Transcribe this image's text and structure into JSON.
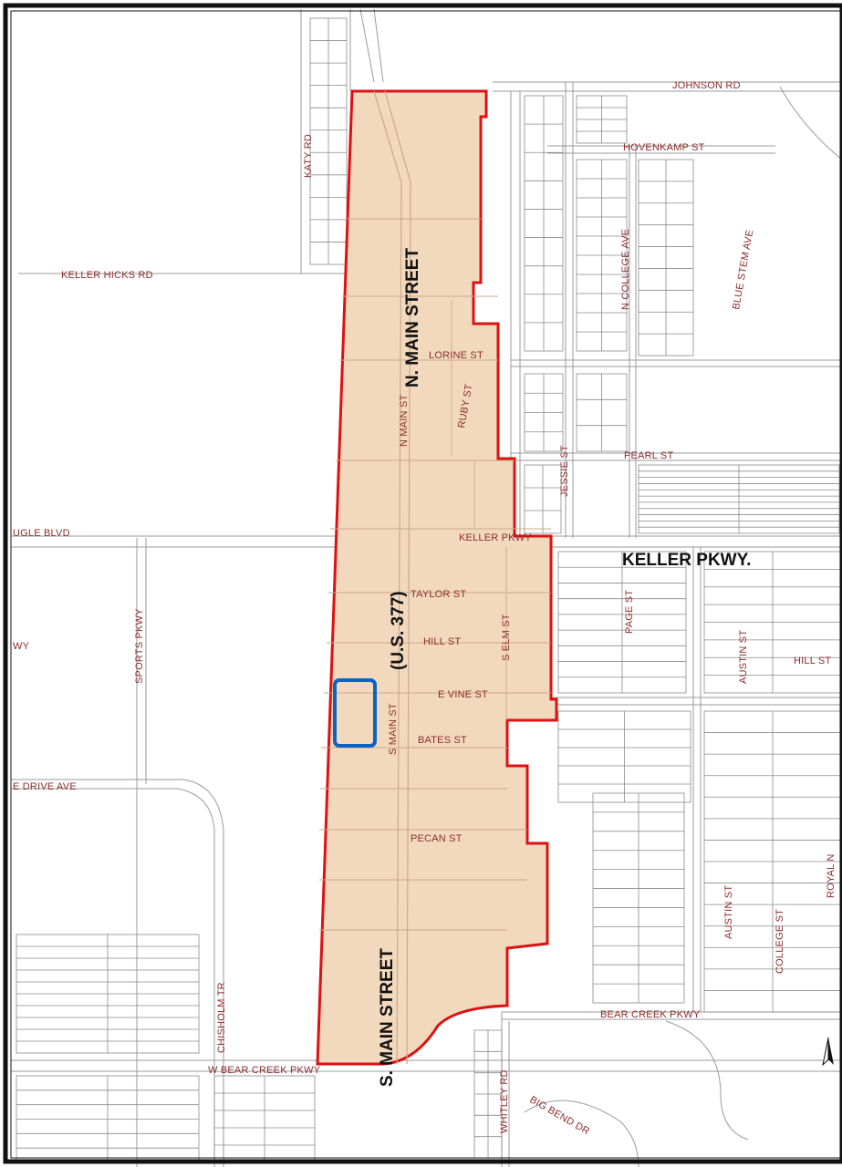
{
  "map": {
    "colors": {
      "district_fill": "#f2d9bd",
      "district_border": "#dd1111",
      "highlight_box": "#0b63c5",
      "street_label": "#8c2c2c",
      "major_label": "#111111",
      "parcel_line": "#8a8a8a",
      "frame": "#111111"
    },
    "major_labels": {
      "n_main": "N. MAIN STREET",
      "s_main": "S. MAIN STREET",
      "us_377": "(U.S. 377)",
      "keller_pkwy": "KELLER PKWY."
    },
    "streets": {
      "johnson_rd": "JOHNSON RD",
      "hovenkamp_st": "HOVENKAMP ST",
      "katy_rd": "KATY RD",
      "n_college_ave": "N COLLEGE AVE",
      "blue_stem_ave": "BLUE STEM AVE",
      "keller_hicks_rd": "KELLER HICKS RD",
      "lorine_st": "LORINE ST",
      "ruby_st": "RUBY ST",
      "n_main_st": "N MAIN ST",
      "jessie_st": "JESSIE ST",
      "pearl_st": "PEARL ST",
      "ugle_blvd": "UGLE BLVD",
      "keller_pkwy_small": "KELLER PKWY",
      "taylor_st": "TAYLOR ST",
      "page_st": "PAGE ST",
      "hill_st": "HILL ST",
      "s_elm_st": "S ELM ST",
      "hill_st_east": "HILL ST",
      "wy": "WY",
      "sports_pkwy": "SPORTS PKWY",
      "austin_st_north": "AUSTIN ST",
      "e_vine_st": "E VINE ST",
      "s_main_st": "S MAIN ST",
      "bates_st": "BATES ST",
      "drive_ave": "E DRIVE AVE",
      "pecan_st": "PECAN ST",
      "royal_n": "ROYAL N",
      "austin_st_south": "AUSTIN ST",
      "college_st": "COLLEGE ST",
      "chisholm_tr": "CHISHOLM TR",
      "bear_creek_pkwy": "BEAR CREEK PKWY",
      "w_bear_creek_pkwy": "W BEAR CREEK PKWY",
      "whitley_rd": "WHITLEY RD",
      "big_bend_dr": "BIG BEND DR"
    },
    "north_arrow_icon": "north-arrow-icon"
  }
}
